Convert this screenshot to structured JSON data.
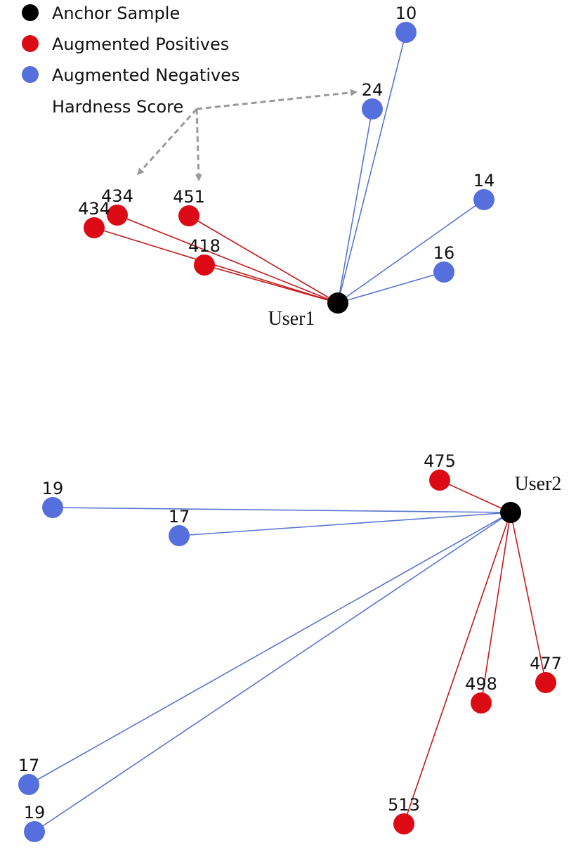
{
  "legend": {
    "anchor": {
      "label": "Anchor Sample",
      "color": "#000000"
    },
    "positive": {
      "label": "Augmented Positives",
      "color": "#dc0a14"
    },
    "negative": {
      "label": "Augmented Negatives",
      "color": "#5570dc"
    },
    "hardness": {
      "label": "Hardness Score",
      "arrow_color": "#999999"
    }
  },
  "edge_colors": {
    "positive": "#c41a1a",
    "negative": "#5a76d0"
  },
  "graphs": [
    {
      "anchor_label": "User1",
      "positives": [
        {
          "score": "434"
        },
        {
          "score": "434"
        },
        {
          "score": "451"
        },
        {
          "score": "418"
        }
      ],
      "negatives": [
        {
          "score": "10"
        },
        {
          "score": "24"
        },
        {
          "score": "14"
        },
        {
          "score": "16"
        }
      ]
    },
    {
      "anchor_label": "User2",
      "positives": [
        {
          "score": "475"
        },
        {
          "score": "477"
        },
        {
          "score": "498"
        },
        {
          "score": "513"
        }
      ],
      "negatives": [
        {
          "score": "19"
        },
        {
          "score": "17"
        },
        {
          "score": "17"
        },
        {
          "score": "19"
        }
      ]
    }
  ]
}
